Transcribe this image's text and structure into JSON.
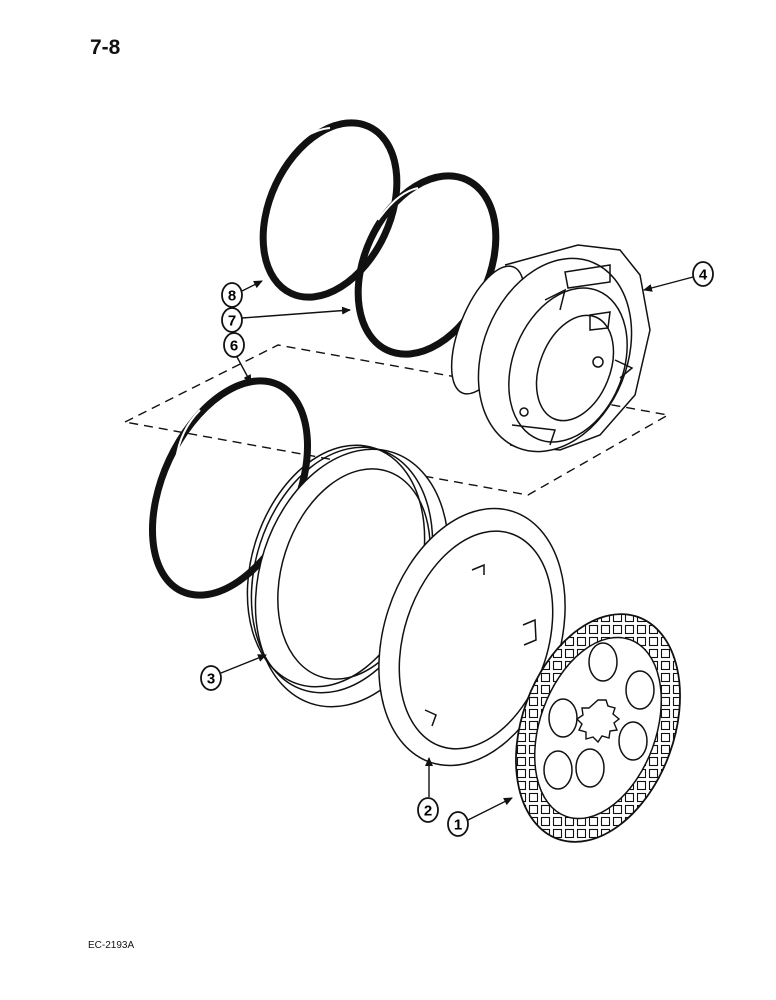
{
  "page": {
    "number": "7-8",
    "reference_code": "EC-2193A"
  },
  "callouts": [
    "1",
    "2",
    "3",
    "4",
    "6",
    "7",
    "8"
  ],
  "colors": {
    "ink": "#111111",
    "paper": "#ffffff"
  }
}
